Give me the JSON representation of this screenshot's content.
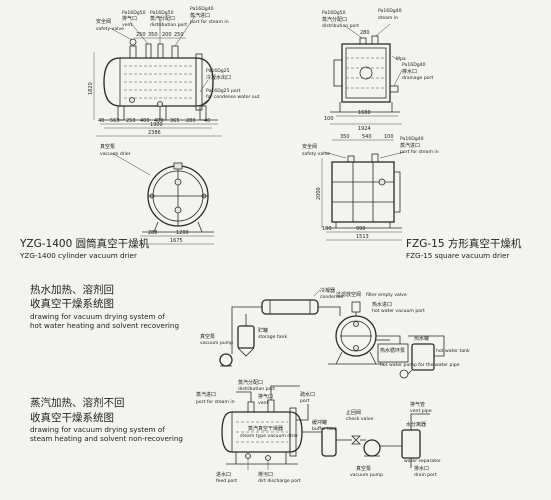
{
  "captions": {
    "yzg_cn": "YZG-1400 圆筒真空干燥机",
    "yzg_en": "YZG-1400 cylinder vacuum drier",
    "fzg_cn": "FZG-15 方形真空干燥机",
    "fzg_en": "FZG-15 square vacuum drier",
    "hot_cn1": "热水加热、溶剂回",
    "hot_cn2": "收真空干燥系统图",
    "hot_en1": "drawing for vacuum drying system of",
    "hot_en2": "hot water heating and solvent recovering",
    "steam_cn1": "蒸汽加热、溶剂不回",
    "steam_cn2": "收真空干燥系统图",
    "steam_en1": "drawing for vacuum drying system of",
    "steam_en2": "steam heating and solvent non-recovering"
  },
  "yzg_side": {
    "safety_cn": "安全阀",
    "safety_en": "safety valve",
    "vent_cn": "排气口",
    "vent_en": "vent",
    "pa_dg50": "Pa16Dg50",
    "steam_dist_cn": "蒸汽分配口",
    "steam_dist_en": "distribution port",
    "pa_dg40": "Pa16Dg40",
    "steam_in_cn": "蒸汽进口",
    "steam_in_en": "port for steam in",
    "pa_dg25": "Pa16Dg25",
    "cond_out_cn": "冷凝水出口",
    "pa_dg25_b": "Pa16Dg25 port",
    "cond_out_en": "for condense water out",
    "top_dims": [
      "250",
      "350",
      "200",
      "250"
    ],
    "bottom_dims": [
      "40",
      "563",
      "250",
      "400",
      "400",
      "365",
      "280",
      "40"
    ],
    "mid_dim": "1900",
    "total_dim": "2386",
    "height_dim": "1820"
  },
  "yzg_front": {
    "drain_cn": "真空泵",
    "drain_en": "vacuum drier",
    "width_inner": "1200",
    "width_total": "1675",
    "side_dim": "288"
  },
  "fzg_top": {
    "pa_dg50": "Pa16Dg50",
    "steam_dist_cn": "蒸汽分配口",
    "steam_dist_en": "distribution port",
    "pa_dg40": "Pa16Dg40",
    "steam_in_en": "steam in",
    "pa_dg40_b": "Pa16Dg40",
    "drain_cn": "排水口",
    "drain_en": "drainage port",
    "mpa": "Mpa",
    "dims": [
      "280",
      "1680",
      "1924"
    ],
    "side_dims": [
      "100"
    ]
  },
  "fzg_front": {
    "safety_cn": "安全阀",
    "safety_en": "safety valve",
    "pa_dg40": "Pa16Dg40",
    "steam_in_cn": "蒸汽进口",
    "steam_in_en": "port for steam in",
    "top_dims": [
      "350",
      "540",
      "100"
    ],
    "height_dim": "2000",
    "bottom_dims": [
      "100",
      "990",
      "1513"
    ]
  },
  "hot_water": {
    "filter_cn": "过滤放空阀",
    "filter_en": "filter empty valve",
    "hot_in_cn": "热水进口",
    "hot_in_en": "hot water vacuum port",
    "condenser_cn": "冷凝器",
    "condenser_en": "condenser",
    "storage_cn": "贮罐",
    "storage_en": "storage tank",
    "vacuum_pump_cn": "真空泵",
    "vacuum_pump_en": "vacuum pump",
    "hot_pump_cn": "热水循环泵",
    "hot_pump_en": "hot water pump for the water pipe",
    "hot_tank_cn": "热水罐",
    "hot_tank_en": "hot water tank"
  },
  "steam": {
    "steam_dist_cn": "蒸汽分配口",
    "steam_dist_en": "distribution port",
    "steam_in_cn": "蒸汽进口",
    "steam_in_en": "port for steam in",
    "vent_cn": "排气口",
    "vent_en": "vent",
    "steam_vac_cn": "蒸汽真空干燥器",
    "steam_vac_en": "steam type vacuum drier",
    "buffer_cn": "缓冲罐",
    "buffer_en": "buffer tank",
    "check_cn": "止回阀",
    "check_en": "check valve",
    "pump_cn": "真空泵",
    "pump_en": "vacuum pump",
    "water_sep_cn": "水分离器",
    "water_sep_en": "water separator",
    "feed_cn": "进水口",
    "feed_en": "feed port",
    "dirt_cn": "排污口",
    "dirt_en": "dirt discharge port",
    "steam_outlet_cn": "疏水口",
    "steam_outlet_en": "port",
    "vent2_cn": "排气管",
    "vent2_en": "vent pipe",
    "drain_cn": "排水口",
    "drain_en": "drain port"
  }
}
